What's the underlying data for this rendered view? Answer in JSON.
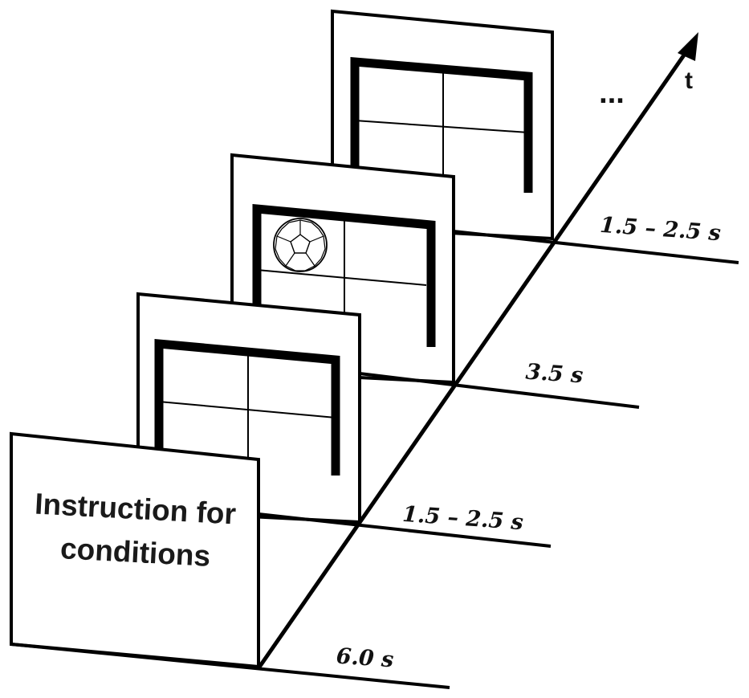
{
  "instruction": {
    "line1": "Instruction for",
    "line2": "conditions"
  },
  "timeline": {
    "axis_label": "t",
    "ellipsis": "...",
    "durations": [
      {
        "label": "6.0 s"
      },
      {
        "label": "1.5 – 2.5 s"
      },
      {
        "label": "3.5 s"
      },
      {
        "label": "1.5 – 2.5 s"
      }
    ]
  },
  "icons": {
    "stimulus": "soccer-ball-icon"
  },
  "colors": {
    "stroke": "#000000",
    "text": "#111111",
    "background": "#ffffff"
  }
}
